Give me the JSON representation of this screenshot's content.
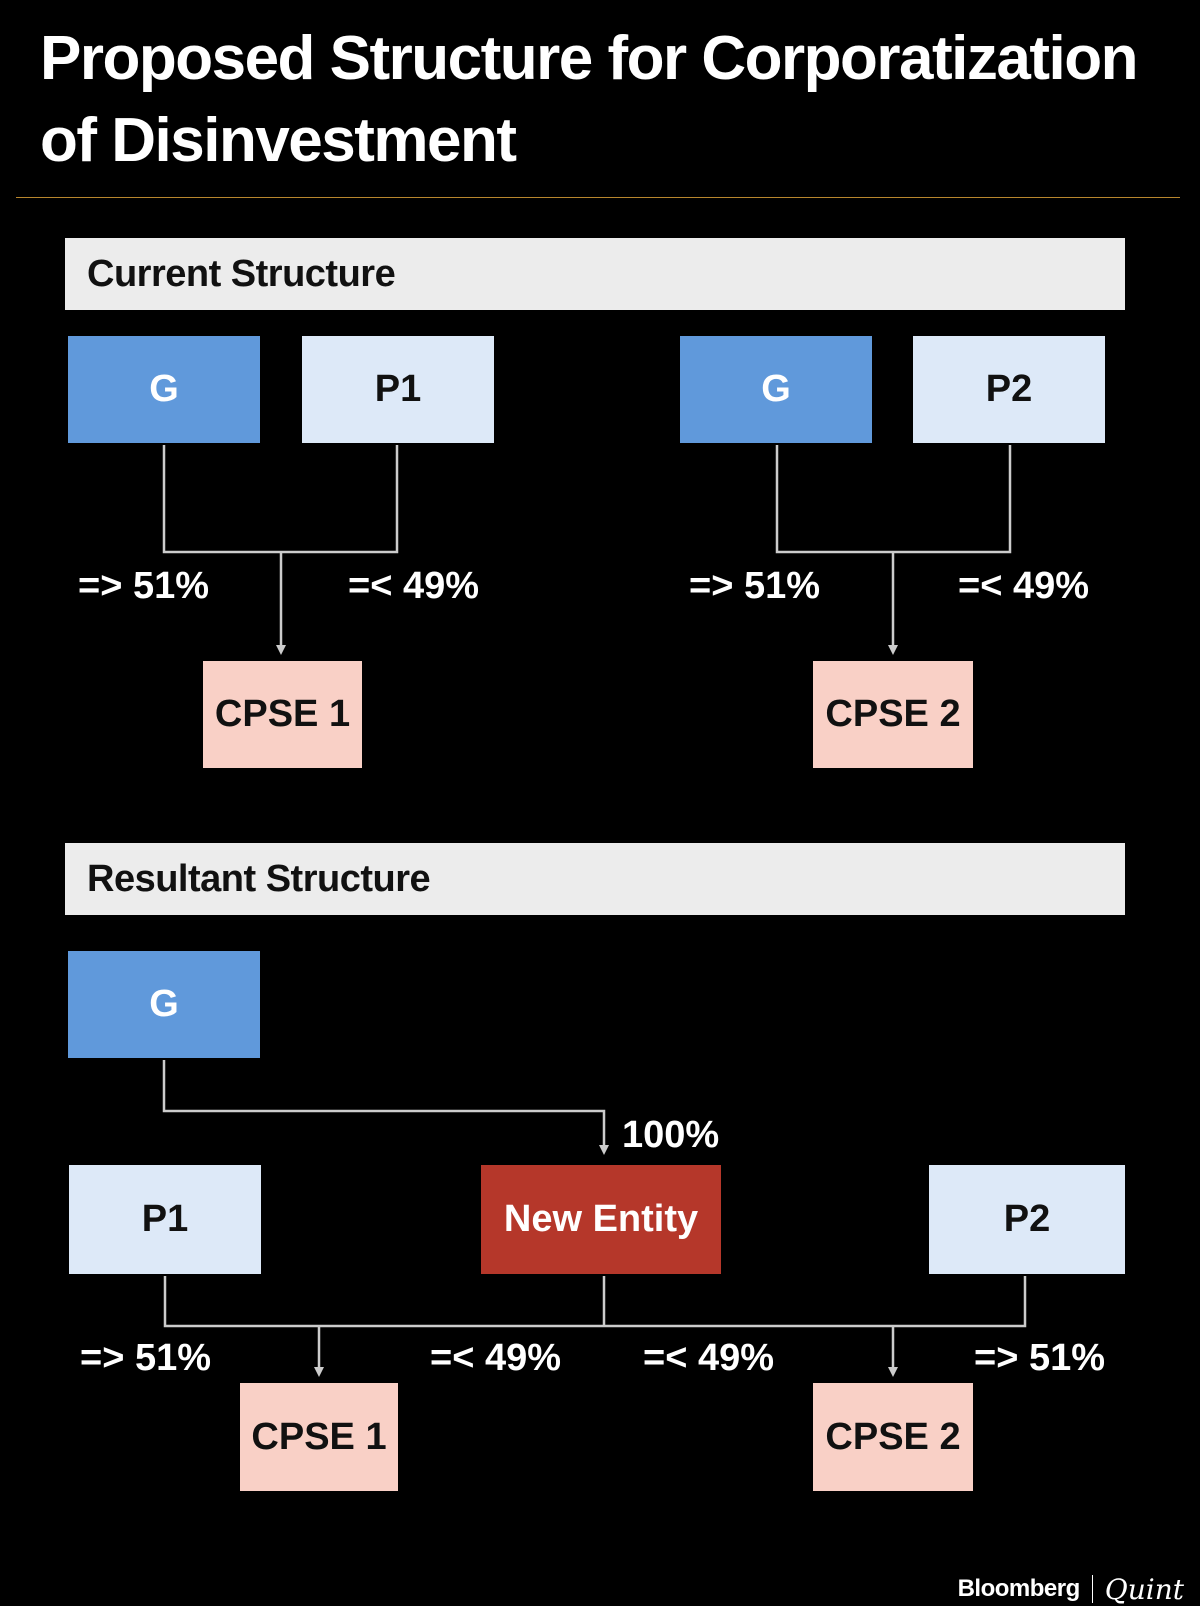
{
  "title": "Proposed Structure for Corporatization of Disinvestment",
  "colors": {
    "government": "#6099db",
    "promoter": "#dde9f8",
    "cpse": "#f9d0c6",
    "new_entity": "#b5372a",
    "connector": "#cccccc",
    "rule": "#b8862d"
  },
  "current": {
    "heading": "Current Structure",
    "left": {
      "g": "G",
      "p": "P1",
      "g_pct": "=> 51%",
      "p_pct": "=< 49%",
      "cpse": "CPSE 1"
    },
    "right": {
      "g": "G",
      "p": "P2",
      "g_pct": "=> 51%",
      "p_pct": "=< 49%",
      "cpse": "CPSE 2"
    }
  },
  "resultant": {
    "heading": "Resultant Structure",
    "g": "G",
    "g_pct": "100%",
    "new_entity": "New Entity",
    "p1": "P1",
    "p2": "P2",
    "p1_pct": "=> 51%",
    "ne_to_cpse1_pct": "=< 49%",
    "ne_to_cpse2_pct": "=< 49%",
    "p2_pct": "=> 51%",
    "cpse1": "CPSE 1",
    "cpse2": "CPSE 2"
  },
  "brand": {
    "primary": "Bloomberg",
    "secondary": "Quint"
  }
}
